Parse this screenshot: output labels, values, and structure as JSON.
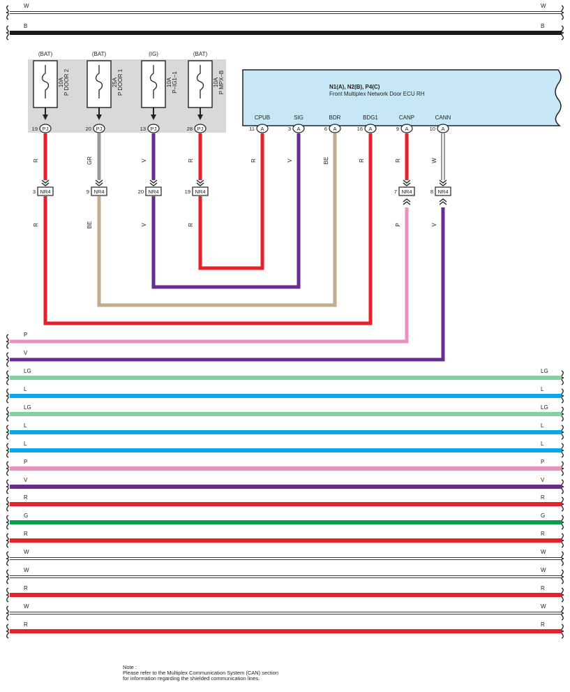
{
  "top_buses": [
    {
      "left_label": "W",
      "right_label": "W",
      "color": "#ffffff",
      "outlined": true
    },
    {
      "left_label": "B",
      "right_label": "B",
      "color": "#1a1a1a",
      "outlined": false
    }
  ],
  "fuses": [
    {
      "source": "(BAT)",
      "rating": "10A",
      "name": "P DOOR 2",
      "pin": "19",
      "connector": "PJ"
    },
    {
      "source": "(BAT)",
      "rating": "25A",
      "name": "P DOOR 1",
      "pin": "20",
      "connector": "PJ"
    },
    {
      "source": "(IG)",
      "rating": "10A",
      "name": "P–IG1–1",
      "pin": "13",
      "connector": "PJ"
    },
    {
      "source": "(BAT)",
      "rating": "10A",
      "name": "P MPX–B",
      "pin": "28",
      "connector": "PJ"
    }
  ],
  "fuse_wires": [
    {
      "color_code": "R",
      "color": "#e8202a",
      "nr_pin": "3",
      "nr": "NR4",
      "lower_code": "R",
      "lower_color": "#e8202a"
    },
    {
      "color_code": "GR",
      "color": "#9a9a9a",
      "nr_pin": "9",
      "nr": "NR4",
      "lower_code": "BE",
      "lower_color": "#c2ab8e"
    },
    {
      "color_code": "V",
      "color": "#6a2c91",
      "nr_pin": "20",
      "nr": "NR4",
      "lower_code": "V",
      "lower_color": "#6a2c91"
    },
    {
      "color_code": "R",
      "color": "#e8202a",
      "nr_pin": "19",
      "nr": "NR4",
      "lower_code": "R",
      "lower_color": "#e8202a"
    }
  ],
  "ecu": {
    "connectors": "N1(A), N2(B), P4(C)",
    "name": "Front Multiplex Network Door ECU RH",
    "fill": "#c6e8f6"
  },
  "ecu_pins": [
    {
      "name": "CPUB",
      "pin": "11",
      "conn": "A",
      "wire": "R",
      "color": "#e8202a"
    },
    {
      "name": "SIG",
      "pin": "3",
      "conn": "A",
      "wire": "V",
      "color": "#6a2c91"
    },
    {
      "name": "BDR",
      "pin": "6",
      "conn": "A",
      "wire": "BE",
      "color": "#c2ab8e"
    },
    {
      "name": "BDG1",
      "pin": "16",
      "conn": "A",
      "wire": "R",
      "color": "#e8202a"
    },
    {
      "name": "CANP",
      "pin": "9",
      "conn": "A",
      "wire": "R",
      "color": "#e8202a",
      "nr_pin": "7",
      "nr": "NR4",
      "lower": "P",
      "lower_color": "#ef8fbf"
    },
    {
      "name": "CANN",
      "pin": "10",
      "conn": "A",
      "wire": "W",
      "color": "#ffffff",
      "nr_pin": "8",
      "nr": "NR4",
      "lower": "V",
      "lower_color": "#6a2c91"
    }
  ],
  "bottom_buses": [
    {
      "left_label": "P",
      "right_label": "",
      "color": "#ef8fbf",
      "outlined": false
    },
    {
      "left_label": "V",
      "right_label": "",
      "color": "#6a2c91",
      "outlined": false
    },
    {
      "left_label": "LG",
      "right_label": "LG",
      "color": "#86cfa0",
      "outlined": false
    },
    {
      "left_label": "L",
      "right_label": "L",
      "color": "#0aa8e6",
      "outlined": false
    },
    {
      "left_label": "LG",
      "right_label": "LG",
      "color": "#86cfa0",
      "outlined": false
    },
    {
      "left_label": "L",
      "right_label": "L",
      "color": "#0aa8e6",
      "outlined": false
    },
    {
      "left_label": "L",
      "right_label": "L",
      "color": "#0aa8e6",
      "outlined": false
    },
    {
      "left_label": "P",
      "right_label": "P",
      "color": "#ef8fbf",
      "outlined": false
    },
    {
      "left_label": "V",
      "right_label": "V",
      "color": "#6a2c91",
      "outlined": false
    },
    {
      "left_label": "R",
      "right_label": "R",
      "color": "#e8202a",
      "outlined": false
    },
    {
      "left_label": "G",
      "right_label": "G",
      "color": "#0a9e4a",
      "outlined": false
    },
    {
      "left_label": "R",
      "right_label": "R",
      "color": "#e8202a",
      "outlined": false
    },
    {
      "left_label": "W",
      "right_label": "W",
      "color": "#ffffff",
      "outlined": true
    },
    {
      "left_label": "W",
      "right_label": "W",
      "color": "#ffffff",
      "outlined": true
    },
    {
      "left_label": "R",
      "right_label": "R",
      "color": "#e8202a",
      "outlined": false
    },
    {
      "left_label": "W",
      "right_label": "W",
      "color": "#ffffff",
      "outlined": true
    },
    {
      "left_label": "R",
      "right_label": "R",
      "color": "#e8202a",
      "outlined": false
    }
  ],
  "note": {
    "line1": "Note :",
    "line2": "Please refer to the Multiplex Communication System (CAN) section",
    "line3": "for information regarding the shielded communication lines."
  }
}
